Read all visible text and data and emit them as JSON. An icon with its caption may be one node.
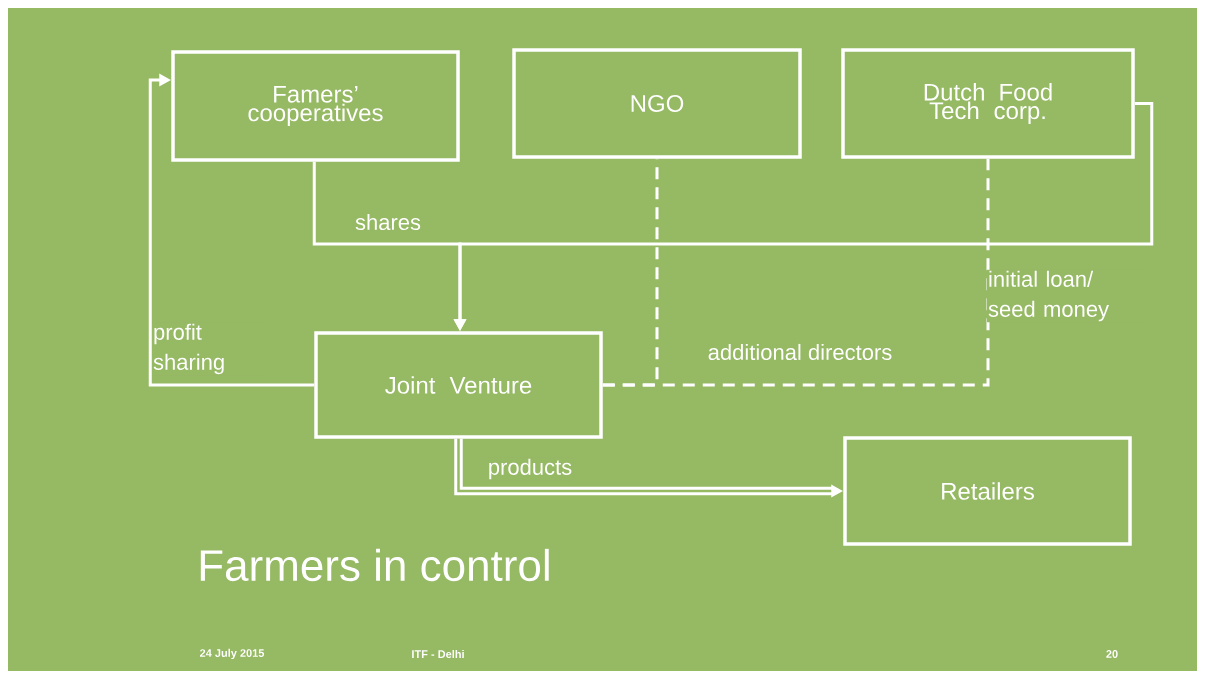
{
  "diagram": {
    "title": "Farmers in control",
    "nodes": [
      {
        "text": [
          "Famers’ cooperatives"
        ]
      },
      {
        "text": [
          "NGO"
        ]
      },
      {
        "text": [
          "Dutch Food Tech corp."
        ]
      },
      {
        "text": [
          "Joint Venture"
        ]
      },
      {
        "text": [
          "Retailers"
        ]
      }
    ],
    "edges": [
      {
        "from": 0,
        "to": 3,
        "arrow": "to",
        "label": "shares"
      },
      {
        "from": 2,
        "to": 3,
        "arrow": "to",
        "label": "initial loan/ seed money"
      },
      {
        "from": 3,
        "to": 1,
        "arrow": "none",
        "style": "dashed"
      },
      {
        "from": 3,
        "to": 2,
        "arrow": "none",
        "style": "dashed",
        "label": "additional directors"
      },
      {
        "from": 3,
        "to": 0,
        "arrow": "to",
        "label": "profit sharing"
      },
      {
        "from": 3,
        "to": 4,
        "arrow": "to",
        "style": "thick",
        "label": "products"
      }
    ],
    "labels": [
      "24 July 2015",
      "ITF - Delhi",
      "20"
    ]
  }
}
